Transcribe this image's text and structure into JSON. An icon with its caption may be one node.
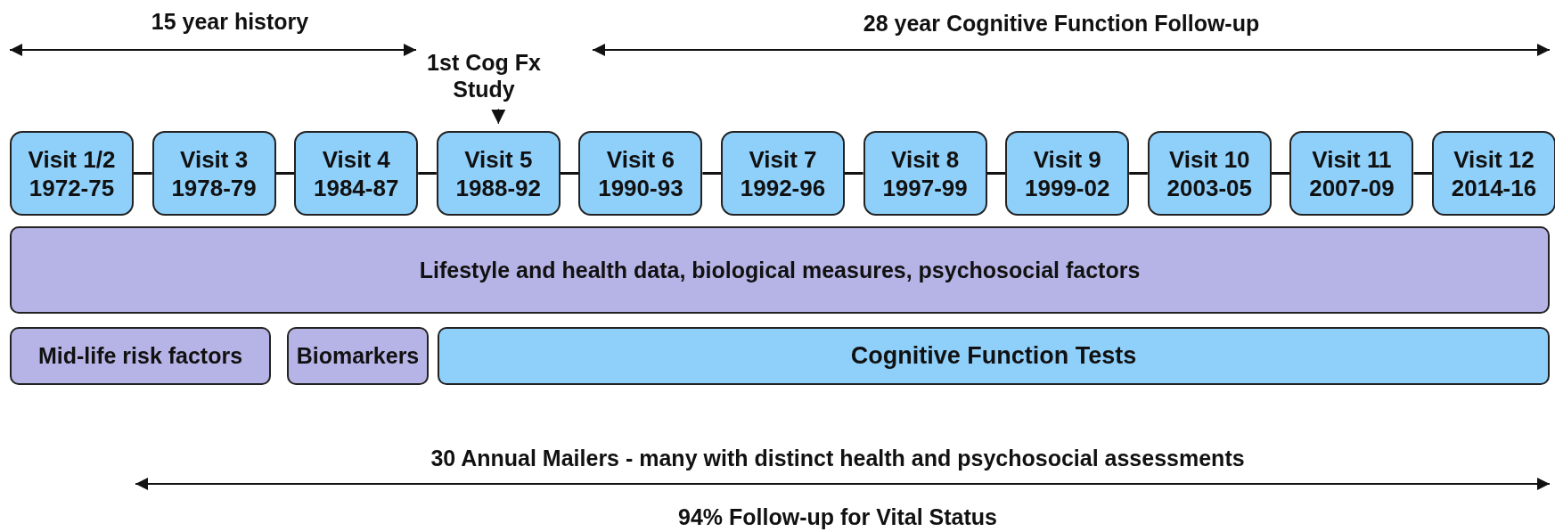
{
  "diagram": {
    "nodes": [
      {
        "text": [
          "1st Cog Fx Study"
        ]
      },
      {
        "text": [
          "Visit 1/2",
          "1972-75"
        ]
      },
      {
        "text": [
          "Visit 3",
          "1978-79"
        ]
      },
      {
        "text": [
          "Visit 4",
          "1984-87"
        ]
      },
      {
        "text": [
          "Visit 5",
          "1988-92"
        ]
      },
      {
        "text": [
          "Visit 6",
          "1990-93"
        ]
      },
      {
        "text": [
          "Visit 7",
          "1992-96"
        ]
      },
      {
        "text": [
          "Visit 8",
          "1997-99"
        ]
      },
      {
        "text": [
          "Visit 9",
          "1999-02"
        ]
      },
      {
        "text": [
          "Visit 10",
          "2003-05"
        ]
      },
      {
        "text": [
          "Visit 11",
          "2007-09"
        ]
      },
      {
        "text": [
          "Visit 12",
          "2014-16"
        ]
      },
      {
        "text": [
          "Lifestyle and health data, biological measures, psychosocial factors"
        ]
      },
      {
        "text": [
          "Mid-life risk factors"
        ]
      },
      {
        "text": [
          "Biomarkers"
        ]
      },
      {
        "text": [
          "Cognitive Function Tests"
        ]
      }
    ],
    "edges": [
      {
        "from": 0,
        "to": 4,
        "arrow": "to"
      },
      {
        "from": 1,
        "to": 2,
        "arrow": "none"
      },
      {
        "from": 2,
        "to": 3,
        "arrow": "none"
      },
      {
        "from": 3,
        "to": 4,
        "arrow": "none"
      },
      {
        "from": 4,
        "to": 5,
        "arrow": "none"
      },
      {
        "from": 5,
        "to": 6,
        "arrow": "none"
      },
      {
        "from": 6,
        "to": 7,
        "arrow": "none"
      },
      {
        "from": 7,
        "to": 8,
        "arrow": "none"
      },
      {
        "from": 8,
        "to": 9,
        "arrow": "none"
      },
      {
        "from": 9,
        "to": 10,
        "arrow": "none"
      },
      {
        "from": 10,
        "to": 11,
        "arrow": "none"
      }
    ],
    "labels": [
      "15 year history",
      "28 year Cognitive Function Follow-up",
      "30 Annual Mailers - many with distinct health and psychosocial assessments",
      "94% Follow-up for Vital Status"
    ]
  }
}
